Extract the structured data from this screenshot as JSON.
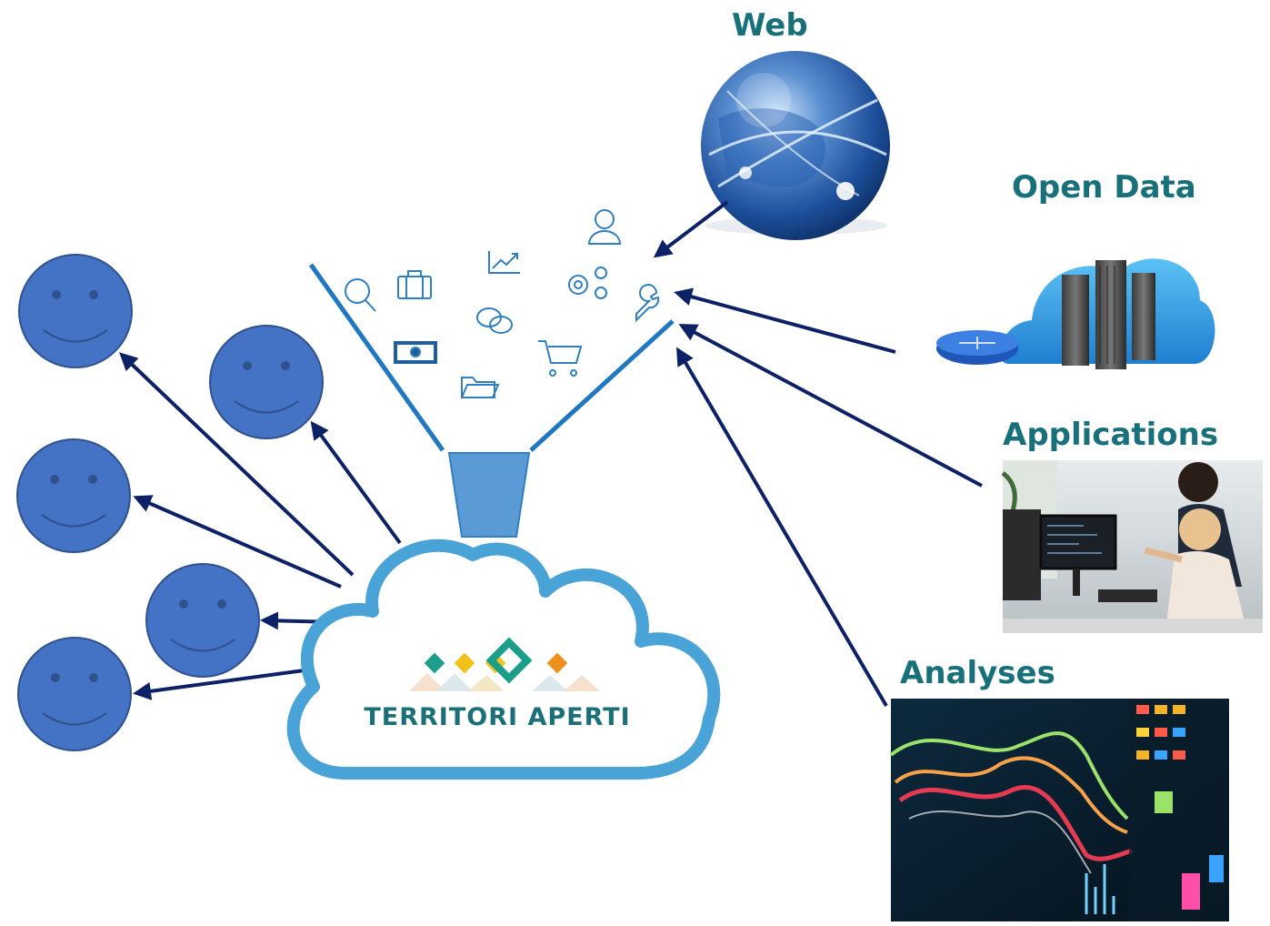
{
  "labels": {
    "web": "Web",
    "open_data": "Open Data",
    "applications": "Applications",
    "analyses": "Analyses"
  },
  "logo": {
    "text": "TERRITORI APERTI"
  },
  "colors": {
    "label": "#17707a",
    "arrow": "#0d2266",
    "face": "#4472c4",
    "face_stroke": "#2f528f",
    "cloud_outline": "#4aa3d6",
    "funnel_line": "#1f78c1",
    "funnel_cup": "#5b9bd5",
    "icon": "#2f7fc1"
  }
}
